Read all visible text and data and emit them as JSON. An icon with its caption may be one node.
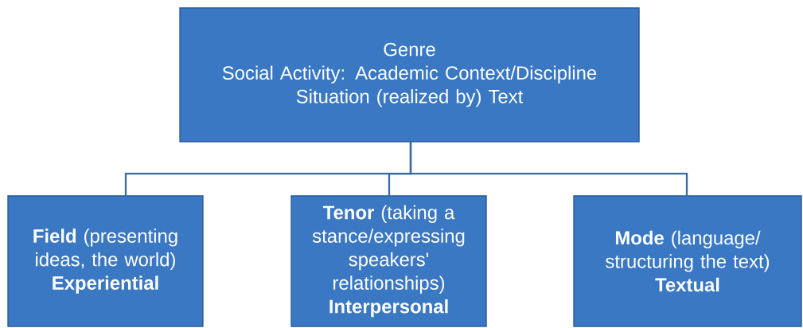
{
  "diagram": {
    "nodes": [
      {
        "text": [
          "Genre",
          "Social Activity: Academic Context/Discipline",
          "Situation (realized by) Text"
        ]
      },
      {
        "text": [
          "**Field** (presenting ideas, the world)",
          "Experiential"
        ]
      },
      {
        "text": [
          "**Tenor** (taking a stance/expressing speakers' relationships)",
          "Interpersonal"
        ]
      },
      {
        "text": [
          "**Mode** (language/ structuring the text)",
          "Textual"
        ]
      }
    ],
    "edges": [
      {
        "from": 0,
        "to": 1,
        "arrow": "none"
      },
      {
        "from": 0,
        "to": 2,
        "arrow": "none"
      },
      {
        "from": 0,
        "to": 3,
        "arrow": "none"
      }
    ]
  }
}
